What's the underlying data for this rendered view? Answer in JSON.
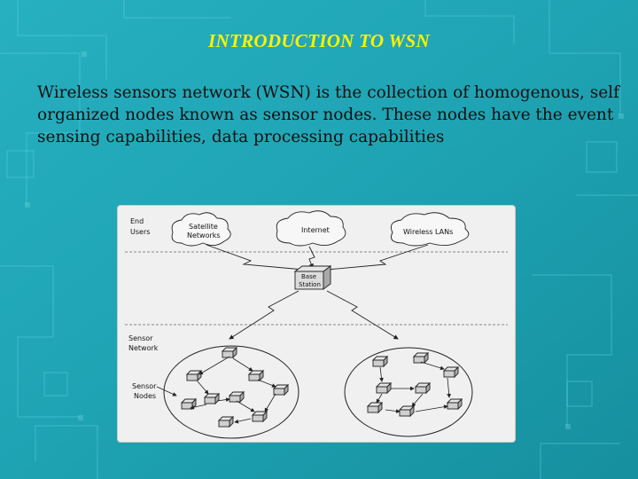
{
  "slide": {
    "title": "INTRODUCTION TO WSN",
    "paragraph": "Wireless sensors network (WSN) is the collection of homogenous, self organized nodes known as sensor nodes. These nodes have the event sensing capabilities, data processing capabilities"
  },
  "diagram": {
    "labels": {
      "end_users_1": "End",
      "end_users_2": "Users",
      "satellite_1": "Satellite",
      "satellite_2": "Networks",
      "internet": "Internet",
      "wireless": "Wireless LANs",
      "base_1": "Base",
      "base_2": "Station",
      "sensor_network_1": "Sensor",
      "sensor_network_2": "Network",
      "sensor_nodes_1": "Sensor",
      "sensor_nodes_2": "Nodes"
    }
  }
}
